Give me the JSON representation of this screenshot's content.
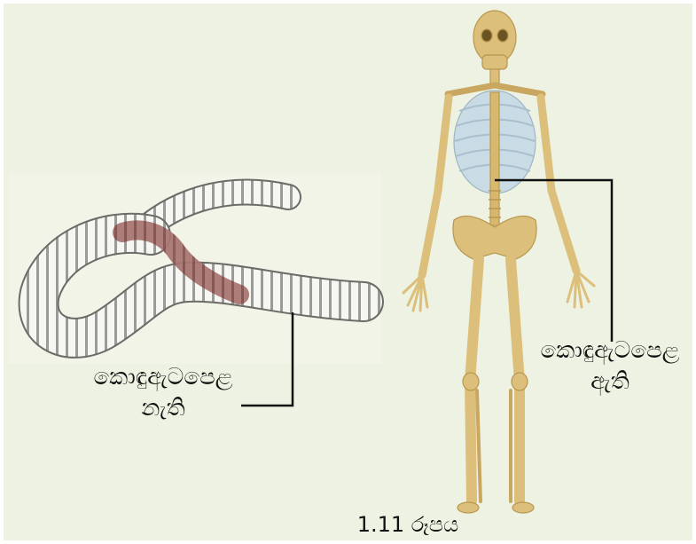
{
  "caption": "1.11 රූපය",
  "worm": {
    "label_line1": "කොඳුඇටපෙළ",
    "label_line2": "නැති"
  },
  "skeleton": {
    "label_line1": "කොඳුඇටපෙළ",
    "label_line2": "ඇති"
  },
  "colors": {
    "panel_bg": "#eef2e2",
    "bone": "#dcbf7a",
    "ribcage": "#c9dbe5",
    "worm_body": "#f4f4f2",
    "worm_gut": "#7a2a24"
  }
}
